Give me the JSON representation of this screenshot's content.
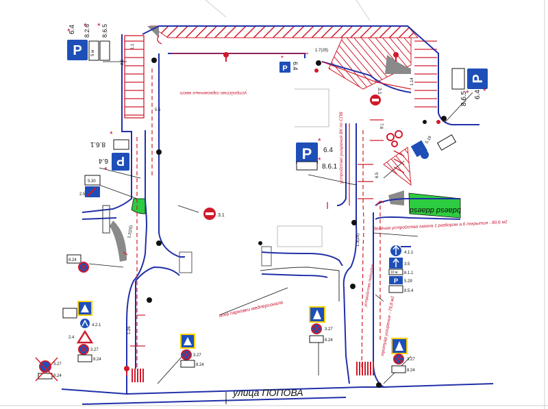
{
  "colors": {
    "curb": "#1f2fa8",
    "marking": "#d11a2a",
    "grass": "#2ecc40",
    "sign_blue": "#1e4fb8",
    "sign_red": "#d11a2a",
    "hatch_gray": "#8a8a8a",
    "background": "#ffffff"
  },
  "labels": {
    "street": "улица ПОПОВА",
    "side_road": "bdaesd ddaesd",
    "parking_zone": "зона парковки медперсонала",
    "proposed_sign_text": "устройство парковочных мест",
    "lawn_note": "Зелёная устройства газона 1 разбором а.б покрытия - 80,6 м2",
    "sidewalk_note": "тротуар уширение - 79,8 м2",
    "note_left": "устройство подходов",
    "note_center": "устройство уширения ВК по СПВ"
  },
  "signs": {
    "p1": "P",
    "p1_code": "6.4",
    "p1_plate1": "8.2.6",
    "p1_plate2": "8.6.5",
    "p1_plate1_text": "5 м",
    "p2": "P",
    "p2_code": "6.4",
    "p2_plate": "8.6.1",
    "p3": "P",
    "p3_code": "6.4",
    "p3_plate": "8.6.1",
    "p4": "P",
    "p4_code": "6.4",
    "p4_plate": "8.6.5",
    "p5_code": "6.4",
    "no_entry_1": "3.1",
    "no_entry_2": "3.1",
    "crosswalk_codes": [
      "5.19.1",
      "5.19.2"
    ],
    "no_stop": "3.27",
    "plate_824": "8.24",
    "priority": "2.4",
    "sign_4_2_1": "4.2.1",
    "stack_right": [
      "4.1.1",
      "3.5",
      "8.1.1",
      "5.29",
      "8.5.4"
    ],
    "stack_right_plate": "10 м",
    "left_small": [
      "5.30",
      "2.5"
    ],
    "markings": [
      "1.7(2б)",
      "1.1",
      "1.2(2б)",
      "1.14",
      "5.5",
      "2.5",
      "1.3(2б)",
      "1.26",
      "7.6",
      "6.5"
    ]
  }
}
